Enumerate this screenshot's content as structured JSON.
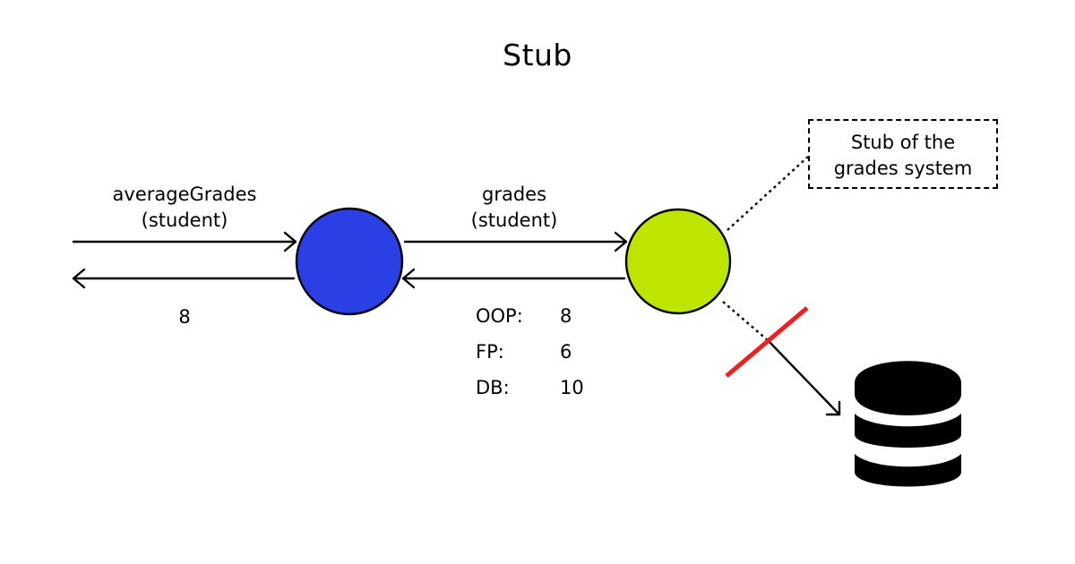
{
  "title": "Stub",
  "left_call": {
    "line1": "averageGrades",
    "line2": "(student)"
  },
  "left_return": "8",
  "middle_call": {
    "line1": "grades",
    "line2": "(student)"
  },
  "middle_return": [
    {
      "subject": "OOP:",
      "grade": "8"
    },
    {
      "subject": "FP:",
      "grade": "6"
    },
    {
      "subject": "DB:",
      "grade": "10"
    }
  ],
  "callout": {
    "line1": "Stub of the",
    "line2": "grades system"
  },
  "colors": {
    "caller_node": "#2a3fe4",
    "stub_node": "#bde500",
    "cut_line": "#f01f1f",
    "database": "#000000"
  },
  "icons": {
    "database": "database-icon"
  }
}
